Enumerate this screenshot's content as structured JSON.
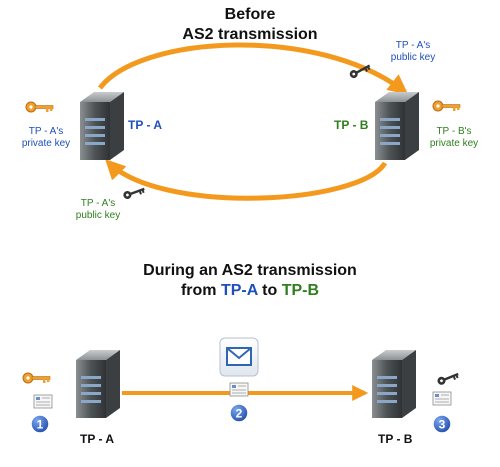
{
  "top_section": {
    "title_line1": "Before",
    "title_line2": "AS2 transmission",
    "server_a_label": "TP - A",
    "server_b_label": "TP - B",
    "a_private_key_label": "TP - A's private key",
    "b_private_key_label": "TP - B's private key",
    "b_public_key_label": "TP - A's public key",
    "a_public_key_label": "TP - A's public key"
  },
  "bottom_section": {
    "title_line1": "During an AS2 transmission",
    "title_prefix": "from ",
    "title_from": "TP-A",
    "title_mid": " to ",
    "title_to": "TP-B",
    "server_a_label": "TP - A",
    "server_b_label": "TP - B",
    "steps": [
      "1",
      "2",
      "3"
    ]
  },
  "colors": {
    "arrow": "#f39a1e",
    "blue_text": "#1f4fb8",
    "green_text": "#2f7f1f",
    "step_badge": "#2c5bbd",
    "key_orange": "#f0a030",
    "key_dark": "#333333",
    "server_body": "#5e6366",
    "envelope": "#2f66b3"
  }
}
